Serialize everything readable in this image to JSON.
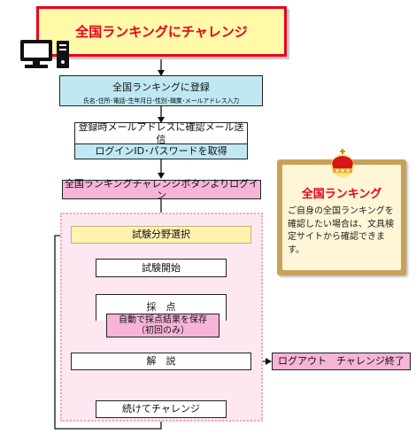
{
  "title": "全国ランキングにチャレンジ",
  "steps": {
    "register_title": "全国ランキングに登録",
    "register_detail": "氏名･住所･電話･生年月日･性別･職業･メールアドレス入力",
    "confirm_mail": "登録時メールアドレスに確認メール送信",
    "get_id": "ログインID･パスワードを取得",
    "login": "全国ランキングチャレンジボタンよりログイン",
    "select_field": "試験分野選択",
    "start_exam": "試験開始",
    "scoring": "採　点",
    "auto_save_line1": "自動で採点結果を保存",
    "auto_save_line2": "（初回のみ）",
    "explanation": "解　説",
    "continue": "続けてチャレンジ",
    "logout": "ログアウト　チャレンジ終了"
  },
  "panel": {
    "title": "全国ランキング",
    "body": "ご自身の全国ランキングを確認したい場合は、文具検定サイトから確認できます。"
  },
  "icons": {
    "computer": "computer-icon",
    "crown": "crown-icon"
  },
  "colors": {
    "accent_red": "#e8001c",
    "title_bg": "#fff9a8",
    "step_cyan": "#bfe8f2",
    "step_pink": "#f6b4d8",
    "region_pink": "#fde7f1",
    "panel_gold": "#c9a15a"
  }
}
